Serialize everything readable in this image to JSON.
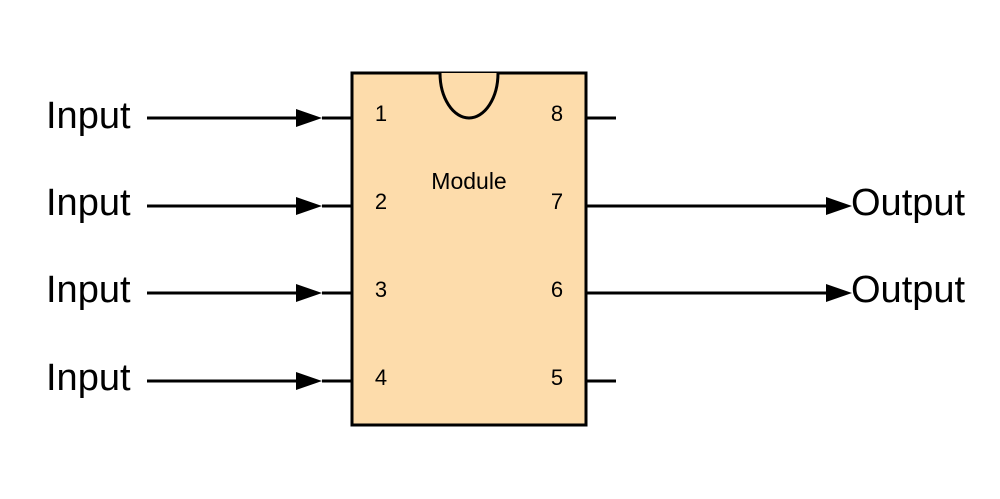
{
  "module": {
    "label": "Module",
    "fill_color": "#fddcab",
    "stroke_color": "#000000"
  },
  "inputs": [
    {
      "label": "Input",
      "pin": "1"
    },
    {
      "label": "Input",
      "pin": "2"
    },
    {
      "label": "Input",
      "pin": "3"
    },
    {
      "label": "Input",
      "pin": "4"
    }
  ],
  "right_pins": [
    {
      "pin": "8",
      "output": ""
    },
    {
      "pin": "7",
      "output": "Output"
    },
    {
      "pin": "6",
      "output": "Output"
    },
    {
      "pin": "5",
      "output": ""
    }
  ]
}
